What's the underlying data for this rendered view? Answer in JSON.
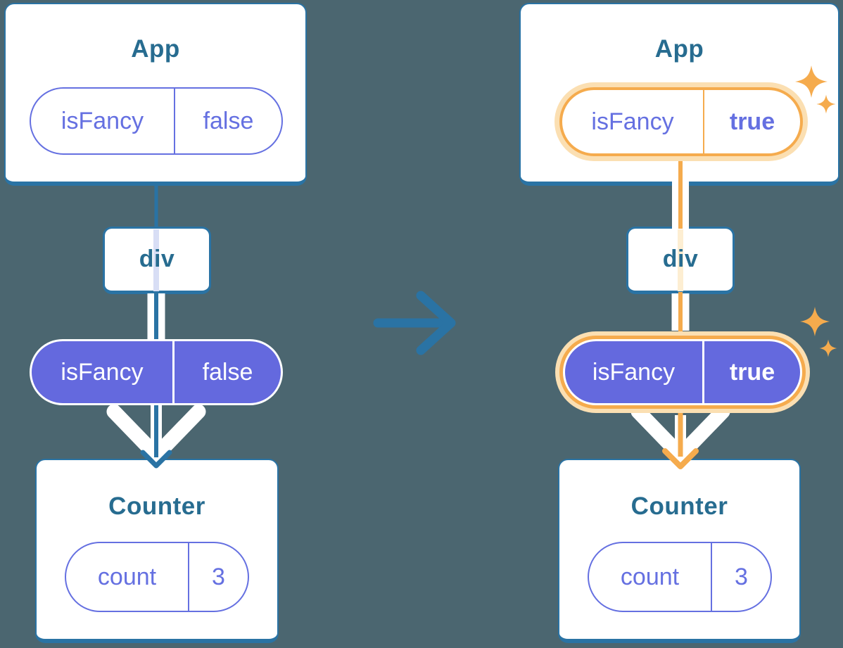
{
  "colors": {
    "background": "#4b6670",
    "card_border": "#2a73a4",
    "title_text": "#276c90",
    "connector_blue": "#2a73a4",
    "purple": "#6469de",
    "purple_text": "#6570e1",
    "orange": "#f5ab4d",
    "orange_glow": "#fbdfb2",
    "lavender_trace": "#d8def5",
    "cream_trace": "#fdeed2",
    "arrow_white": "#ffffff"
  },
  "left_tree": {
    "app": {
      "title": "App",
      "prop": {
        "key": "isFancy",
        "value": "false"
      }
    },
    "div": {
      "label": "div"
    },
    "context_prop": {
      "key": "isFancy",
      "value": "false"
    },
    "counter": {
      "title": "Counter",
      "state": {
        "key": "count",
        "value": "3"
      }
    }
  },
  "right_tree": {
    "app": {
      "title": "App",
      "prop": {
        "key": "isFancy",
        "value": "true"
      }
    },
    "div": {
      "label": "div"
    },
    "context_prop": {
      "key": "isFancy",
      "value": "true"
    },
    "counter": {
      "title": "Counter",
      "state": {
        "key": "count",
        "value": "3"
      }
    }
  }
}
